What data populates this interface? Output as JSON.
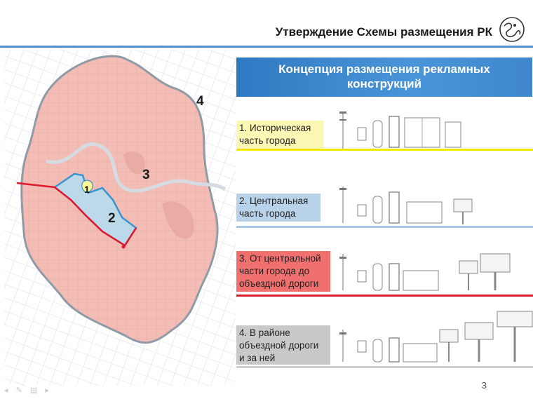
{
  "header": {
    "title": "Утверждение Схемы размещения РК",
    "logo_icon": "rk-emblem-icon"
  },
  "map": {
    "zone_labels": [
      "1",
      "2",
      "3",
      "4"
    ],
    "colors": {
      "zone_fill": "#f3bdb6",
      "zone_border": "#8e9aa6",
      "central_fill": "#bcd9ea",
      "central_border": "#3a94cf",
      "path_red": "#e0182c"
    }
  },
  "banner": {
    "line1": "Концепция размещения рекламных",
    "line2": "конструкций"
  },
  "zones": [
    {
      "line1": "1. Историческая",
      "line2": "часть города",
      "line3": "",
      "label_bg": "#fbf7b4",
      "line_color": "#f2e800"
    },
    {
      "line1": "2. Центральная",
      "line2": "часть города",
      "line3": "",
      "label_bg": "#b8d2ea",
      "line_color": "#a9c8e6"
    },
    {
      "line1": "3. От  центральной",
      "line2": "части  города до",
      "line3": "объездной  дороги",
      "label_bg": "#f06f6f",
      "line_color": "#d9202a"
    },
    {
      "line1": "4. В районе",
      "line2": "объездной дороги",
      "line3": "и за ней",
      "label_bg": "#c9c9c9",
      "line_color": "#d0d0d0"
    }
  ],
  "footer": {
    "page_number": "3",
    "toolbar_icons": [
      "arrow-left-icon",
      "pen-icon",
      "menu-icon",
      "arrow-right-icon"
    ]
  }
}
